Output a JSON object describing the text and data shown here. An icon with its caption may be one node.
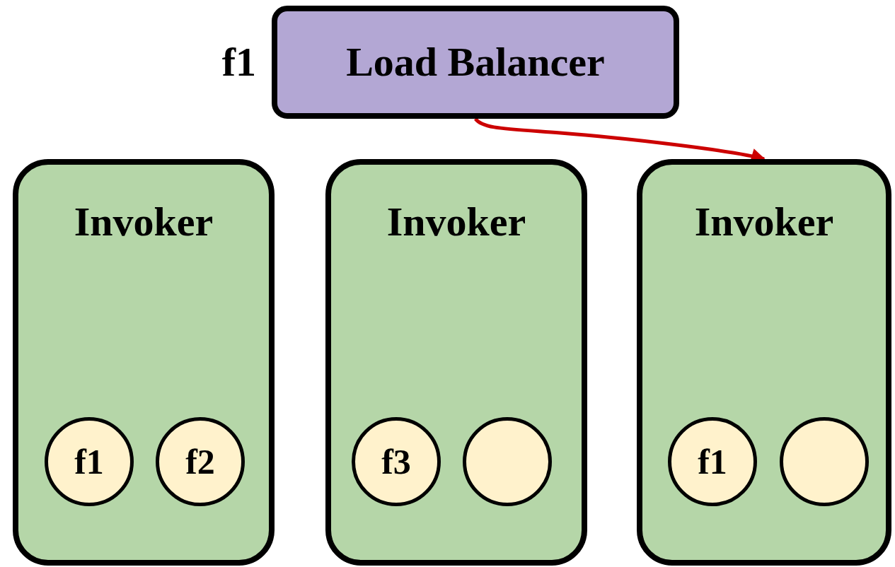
{
  "diagram": {
    "nodes": [
      {
        "text": [
          "Load Balancer"
        ],
        "beside": [
          "f1"
        ]
      },
      {
        "text": [
          "Invoker"
        ]
      },
      {
        "text": [
          "Invoker"
        ]
      },
      {
        "text": [
          "Invoker"
        ]
      },
      {
        "text": [
          "f1"
        ],
        "in": 1
      },
      {
        "text": [
          "f2"
        ],
        "in": 1
      },
      {
        "text": [
          "f3"
        ],
        "in": 2
      },
      {
        "text": [],
        "shape": "circle",
        "in": 2
      },
      {
        "text": [
          "f1"
        ],
        "in": 3
      },
      {
        "text": [],
        "shape": "circle",
        "in": 3
      }
    ],
    "edges": [
      {
        "from": 0,
        "to": 3,
        "arrow": "to",
        "color": "#cc0000"
      }
    ]
  }
}
